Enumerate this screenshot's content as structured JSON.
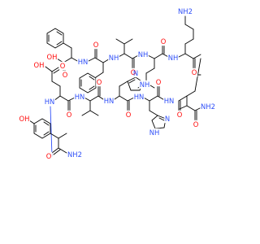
{
  "diagram": {
    "kind": "skeletal-structure",
    "colors": {
      "bond": "#000000",
      "oxygen": "#ff0d0d",
      "nitrogen": "#3050f8",
      "background": "#ffffff"
    },
    "atom_labels": {
      "nh2_lysine": "NH2",
      "oh_c_terminal": "OH",
      "o_c_terminal": "O",
      "nh_phe1": "HN",
      "o_phe2": "O",
      "nh_val1": "NH",
      "o_val1": "O",
      "nh_leu": "NH",
      "o_leu": "O",
      "nh_lys": "NH",
      "o_lys": "O",
      "n_his1_ring": "N",
      "nh_his1_ring": "NH",
      "n_his2_ring": "N",
      "nh_his2_ring": "NH",
      "nh2_amide": "NH2",
      "o_amide": "O",
      "oh_glu": "OH",
      "o_glu_acid": "O",
      "nh_glu": "HN",
      "o_glu": "O",
      "nh_val2": "HN",
      "o_val2": "O",
      "nh_his1": "HN",
      "o_his1": "O",
      "nh_his2": "HN",
      "o_his2": "O",
      "nh_asn": "HN",
      "o_asn": "O",
      "oh_tyr": "OH",
      "nh2_tyr": "NH2",
      "o_tyr": "O"
    }
  }
}
